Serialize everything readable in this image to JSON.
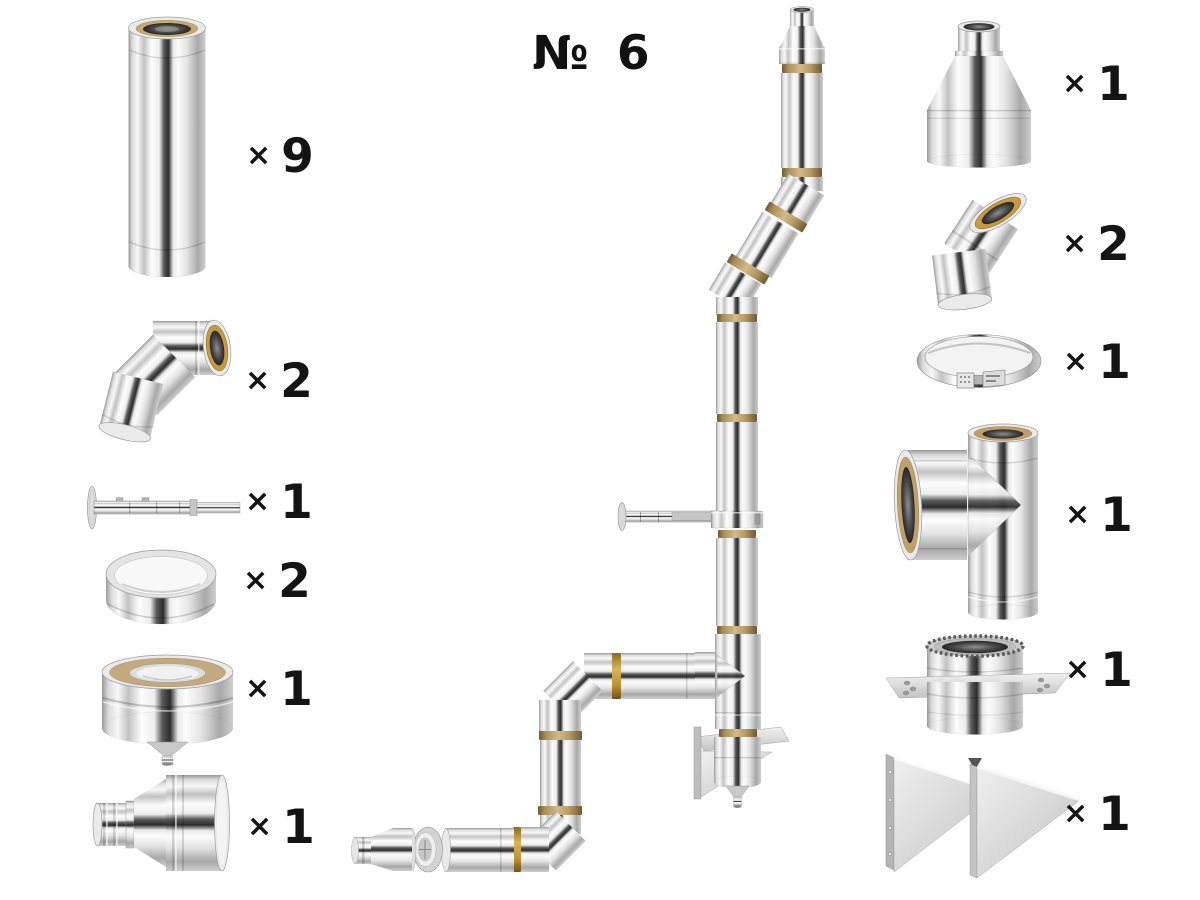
{
  "title": "№ 6",
  "colors": {
    "background": "#ffffff",
    "label_text": "#141414",
    "insulation_tan": "#bfa06a",
    "insulation_gold": "#c79b3c",
    "metal_highlight": "#f7f7f7",
    "metal_shadow": "#2c2c2c"
  },
  "left_items": [
    {
      "icon": "straight-pipe-icon",
      "times": "×",
      "count": "9"
    },
    {
      "icon": "elbow-90-icon",
      "times": "×",
      "count": "2"
    },
    {
      "icon": "wall-bracket-rod-icon",
      "times": "×",
      "count": "1"
    },
    {
      "icon": "collar-ring-icon",
      "times": "×",
      "count": "2"
    },
    {
      "icon": "condensate-collector-icon",
      "times": "×",
      "count": "1"
    },
    {
      "icon": "reducer-adapter-icon",
      "times": "×",
      "count": "1"
    }
  ],
  "right_items": [
    {
      "icon": "terminal-cone-icon",
      "times": "×",
      "count": "1"
    },
    {
      "icon": "elbow-45-icon",
      "times": "×",
      "count": "2"
    },
    {
      "icon": "clamp-band-icon",
      "times": "×",
      "count": "1"
    },
    {
      "icon": "insulated-tee-icon",
      "times": "×",
      "count": "1"
    },
    {
      "icon": "ceiling-pass-through-icon",
      "times": "×",
      "count": "1"
    },
    {
      "icon": "support-bracket-pair-icon",
      "times": "×",
      "count": "1"
    }
  ],
  "assembly": {
    "icon": "assembled-chimney-diagram"
  }
}
